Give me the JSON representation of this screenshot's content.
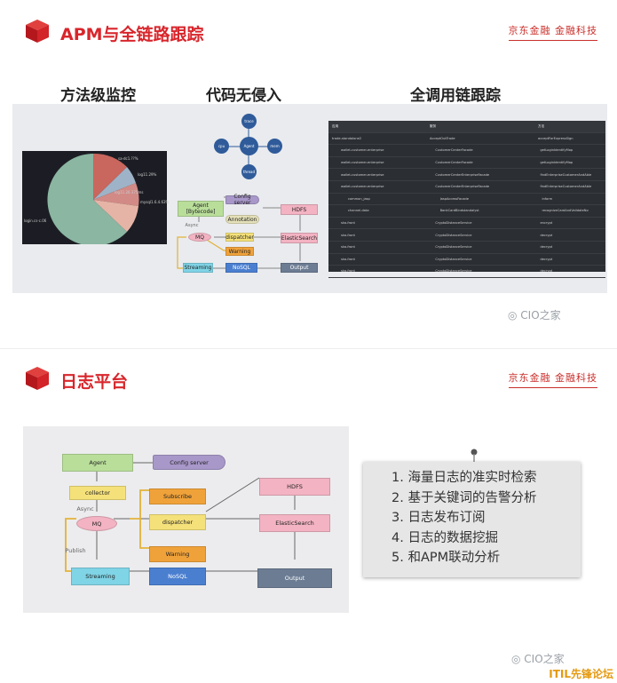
{
  "slide1": {
    "title": "APM与全链路跟踪",
    "brand": "京东金融  金融科技",
    "subtitles": [
      "方法级监控",
      "代码无侵入",
      "全调用链跟踪"
    ],
    "pie": {
      "labels": [
        "sa-dc1.??%",
        "log11.29%",
        "log11.26.375ms",
        "mysql1.6.4.63%",
        "login.cs-c.06"
      ],
      "colors": [
        "#c9665d",
        "#9fb3c8",
        "#d28a86",
        "#e6b4a6",
        "#8ab6a2"
      ]
    },
    "apm_circles": [
      "trace",
      "cpu",
      "Agent",
      "mem",
      "thread"
    ],
    "flow": {
      "agent": "Agent\n[Bytecode]",
      "config": "Config server",
      "annotation": "Annotation",
      "async": "Async",
      "mq": "MQ",
      "dispatcher": "dispatcher",
      "warning": "Warning",
      "streaming": "Streaming",
      "nosql": "NoSQL",
      "hdfs": "HDFS",
      "es": "ElasticSearch",
      "output": "Output"
    },
    "table": {
      "headers": [
        "应用",
        "服务",
        "方法"
      ],
      "rows": [
        [
          "trade-standalone2",
          "AcceptOutTrade",
          "acceptForExpressSign"
        ],
        [
          "wallet-customer-enterprise",
          "CustomerCenterFacade",
          "getLoginIdentifyMap"
        ],
        [
          "wallet-customer-enterprise",
          "CustomerCenterFacade",
          "getLoginIdentifyMap"
        ],
        [
          "wallet-customer-enterprise",
          "CustomerCenterEnterpriseFacade",
          "findEnterpriseCustomerAndAble"
        ],
        [
          "wallet-customer-enterprise",
          "CustomerCenterEnterpriseFacade",
          "findEnterpriseCustomerAndAble"
        ],
        [
          "common_jasp",
          "JaspAccessFacade",
          "inform"
        ],
        [
          "channel-data",
          "BankCardBindstandalyst",
          "recognizeCardAndValidateNo"
        ],
        [
          "ska-front",
          "CryptoDistanceService",
          "encrypt"
        ],
        [
          "ska-front",
          "CryptoDistanceService",
          "decrypt"
        ],
        [
          "ska-front",
          "CryptoDistanceService",
          "decrypt"
        ],
        [
          "ska-front",
          "CryptoDistanceService",
          "decrypt"
        ],
        [
          "ska-front",
          "CryptoDistanceService",
          "decrypt"
        ]
      ]
    },
    "watermark": "CIO之家"
  },
  "slide2": {
    "title": "日志平台",
    "brand": "京东金融  金融科技",
    "flow": {
      "agent": "Agent",
      "config": "Config server",
      "collector": "collector",
      "async": "Async",
      "mq": "MQ",
      "publish": "Publish",
      "subscribe": "Subscribe",
      "dispatcher": "dispatcher",
      "warning": "Warning",
      "streaming": "Streaming",
      "nosql": "NoSQL",
      "hdfs": "HDFS",
      "es": "ElasticSearch",
      "output": "Output"
    },
    "features": [
      "1.  海量日志的准实时检索",
      "2.  基于关键词的告警分析",
      "3.  日志发布订阅",
      "4.  日志的数据挖掘",
      "5.  和APM联动分析"
    ],
    "watermark": "CIO之家",
    "footer": "ITIL先锋论坛"
  },
  "colors": {
    "accent": "#d8262c",
    "green": "#9acd70",
    "yellow": "#f5e17a",
    "orange": "#f0a23a",
    "pink": "#f3b3c2",
    "blue": "#4a7fd0",
    "cyan": "#7fd4e6",
    "slate": "#6b7c93"
  }
}
